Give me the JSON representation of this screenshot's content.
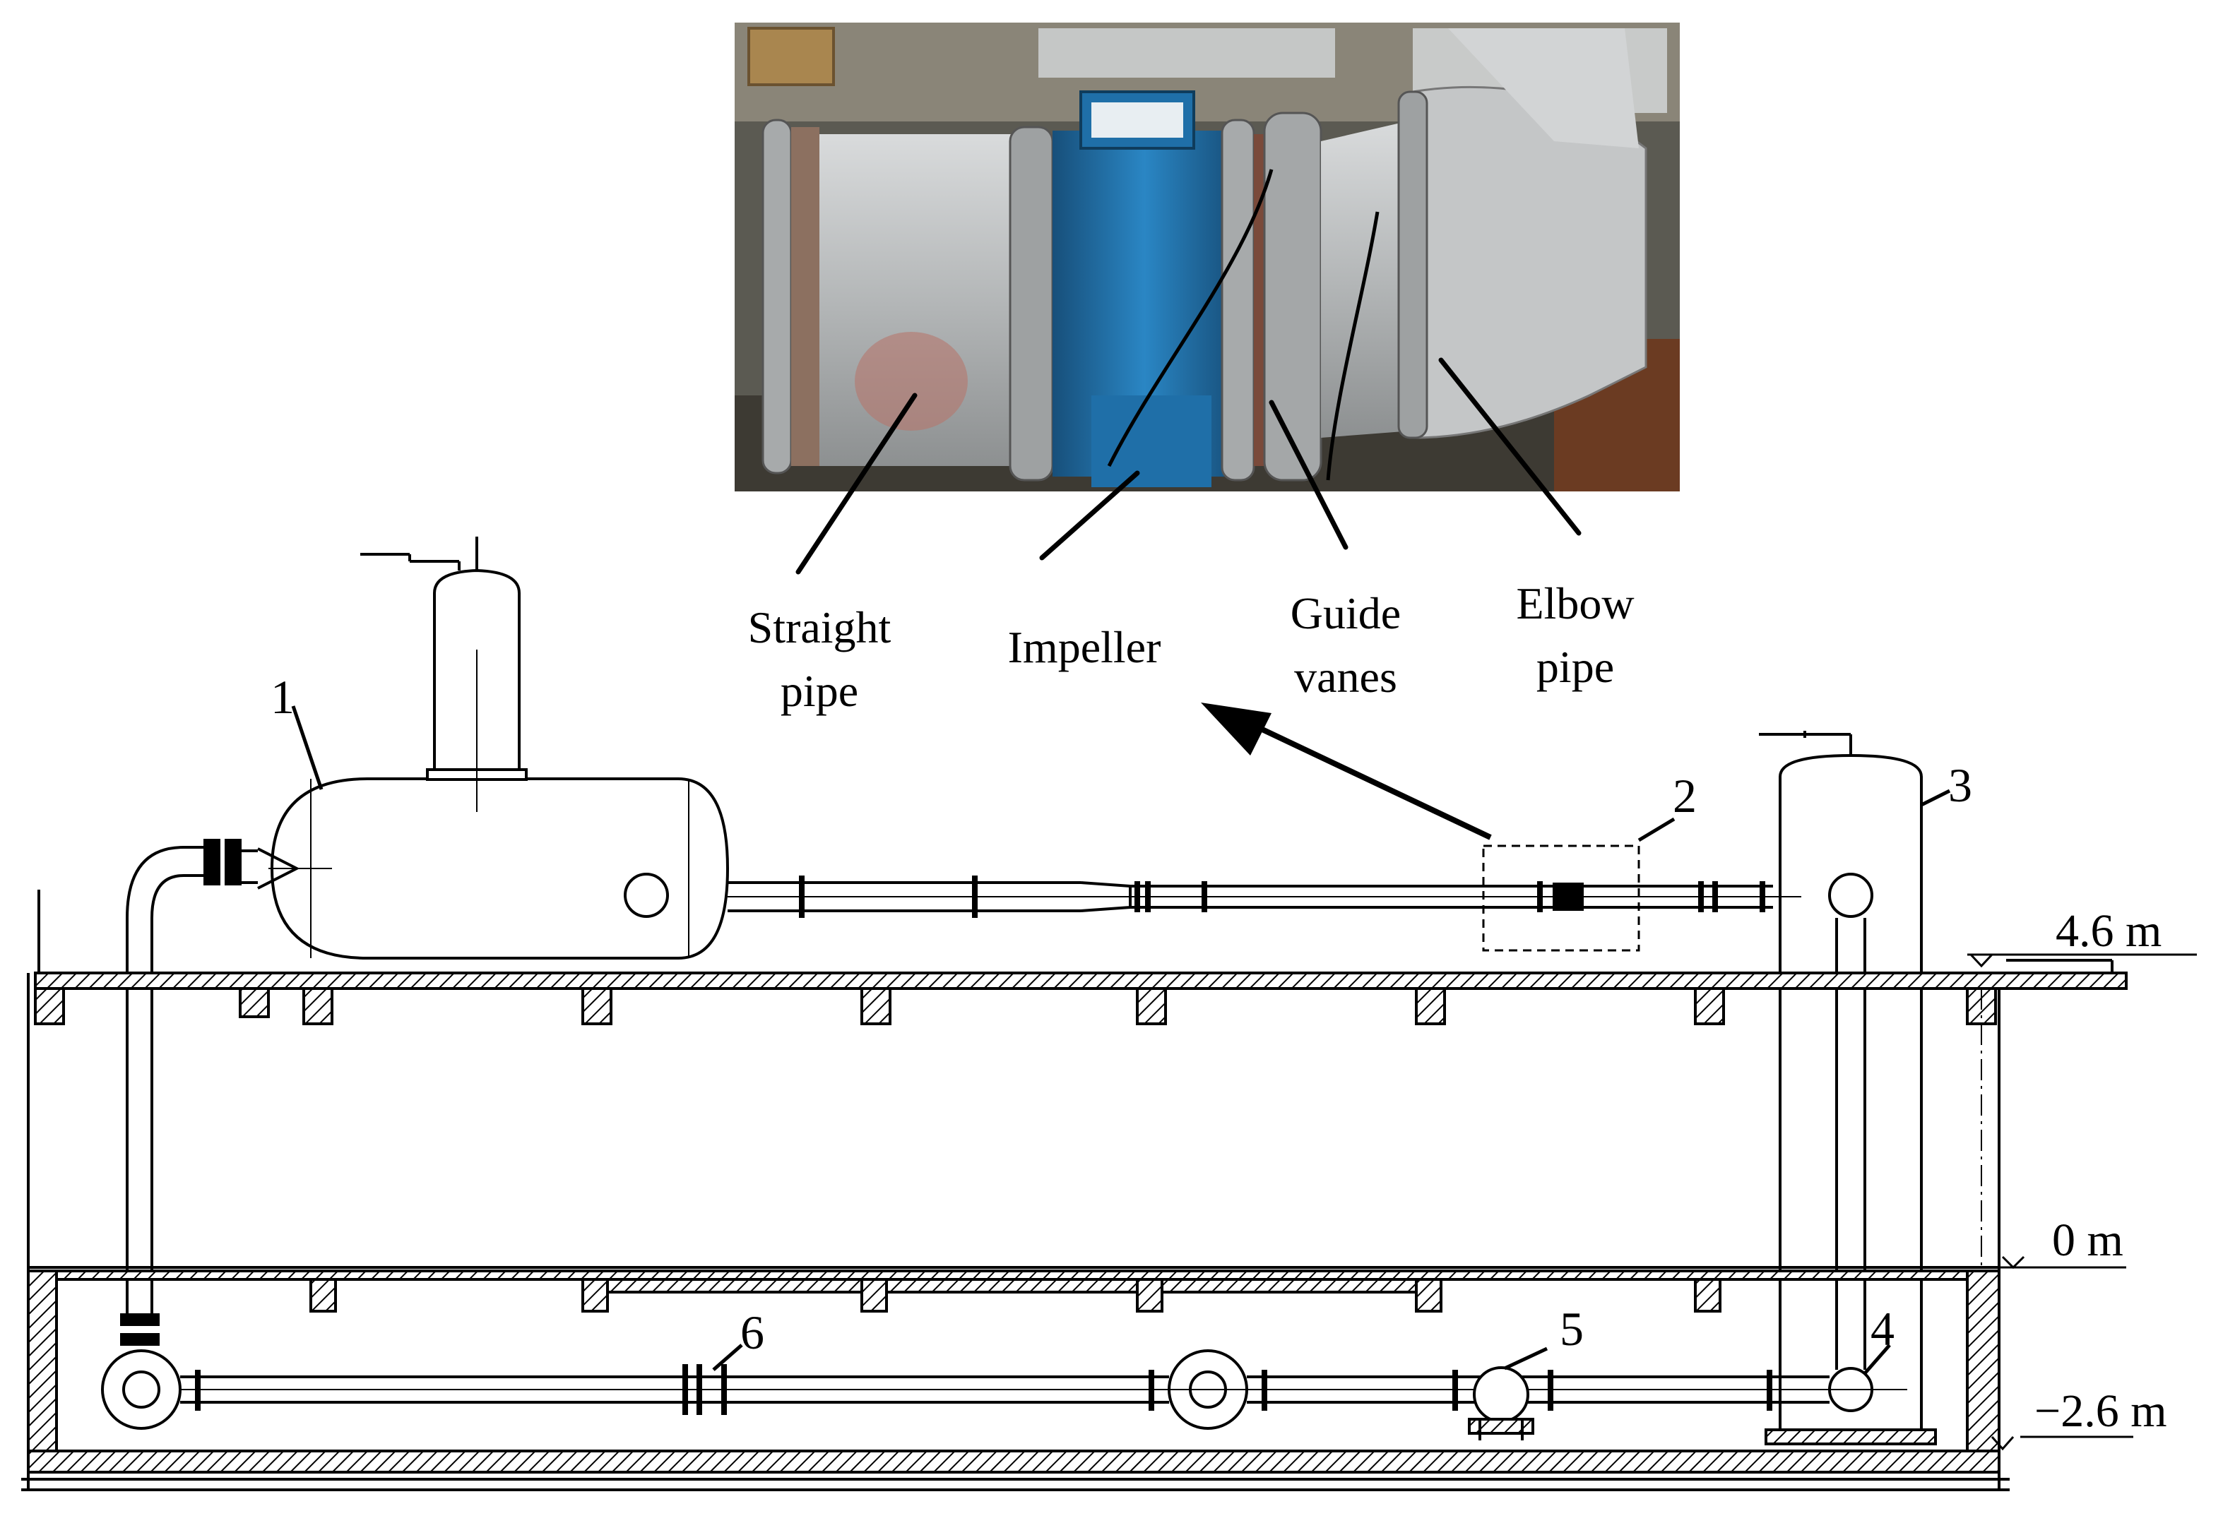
{
  "photo": {
    "labels": {
      "straight_pipe": [
        "Straight",
        "pipe"
      ],
      "impeller": "Impeller",
      "guide_vanes": [
        "Guide",
        "vanes"
      ],
      "elbow_pipe": [
        "Elbow",
        "pipe"
      ]
    },
    "colors": {
      "impeller_blue": "#1f6fa8",
      "steel": "#b9bcbd",
      "rust": "#7a4a3a"
    }
  },
  "components": {
    "n1": "1",
    "n2": "2",
    "n3": "3",
    "n4": "4",
    "n5": "5",
    "n6": "6"
  },
  "levels": {
    "upper": "4.6 m",
    "zero": "0 m",
    "lower": "−2.6 m"
  }
}
